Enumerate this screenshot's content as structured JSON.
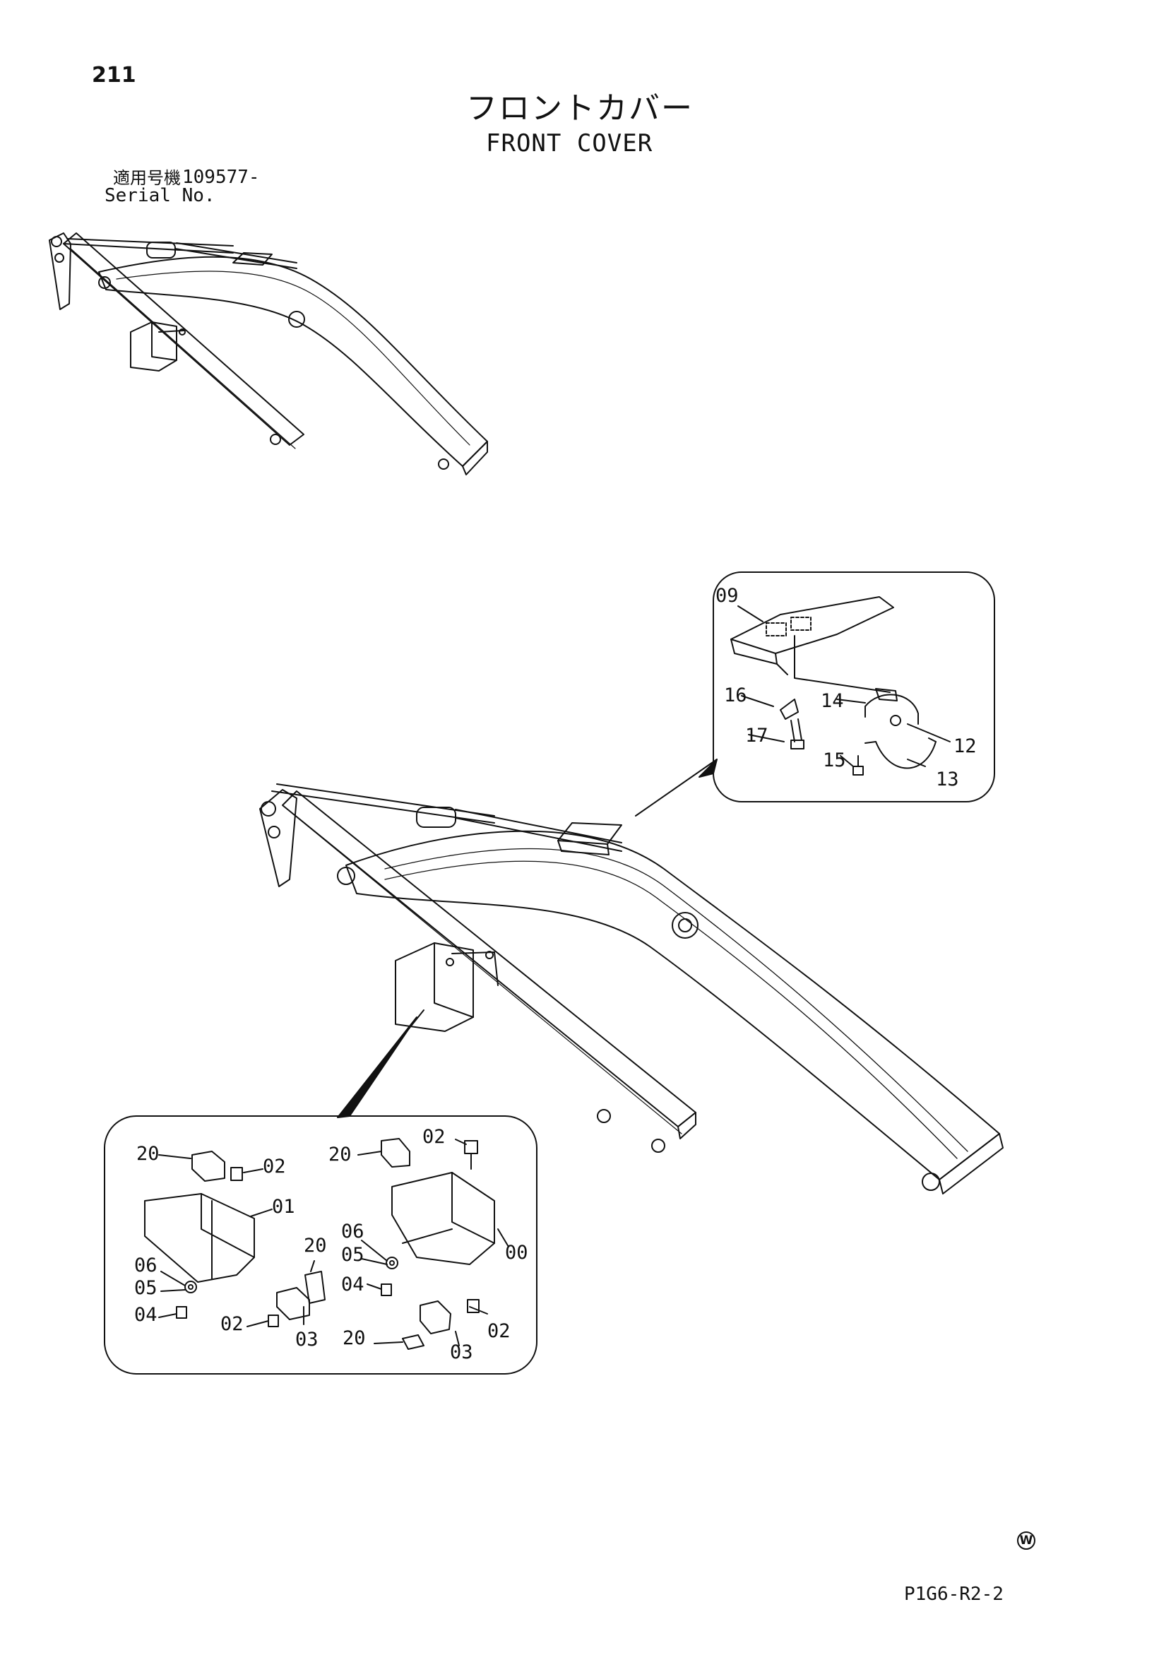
{
  "page": {
    "number": "211",
    "title_jp": "フロントカバー",
    "title_en": "FRONT COVER",
    "serial_label_jp": "適用号機",
    "serial_value": "109577-",
    "serial_label_en": "Serial No.",
    "drawing_code": "P1G6-R2-2",
    "mark": "W"
  },
  "callouts_top": [
    "09",
    "16",
    "14",
    "17",
    "12",
    "15",
    "13"
  ],
  "callouts_bottom_left": [
    "20",
    "02",
    "01",
    "06",
    "05",
    "04",
    "02",
    "03",
    "20"
  ],
  "callouts_bottom_right": [
    "20",
    "02",
    "00",
    "06",
    "05",
    "04",
    "20",
    "03",
    "02"
  ]
}
